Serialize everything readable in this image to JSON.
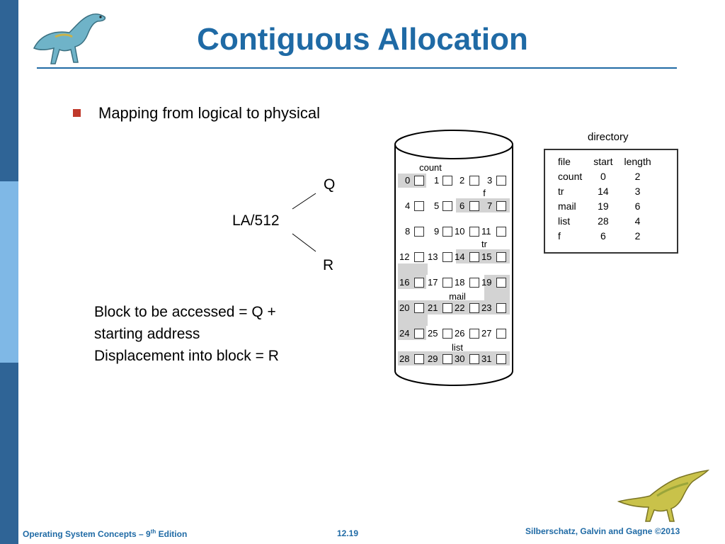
{
  "slide": {
    "title": "Contiguous Allocation",
    "bullet": "Mapping from logical to physical",
    "diagram": {
      "q_label": "Q",
      "la_label": "LA/512",
      "r_label": "R"
    },
    "notes": [
      "Block to be accessed = Q +",
      "starting address",
      "Displacement into block = R"
    ]
  },
  "disk": {
    "file_labels": {
      "count": "count",
      "f": "f",
      "tr": "tr",
      "mail": "mail",
      "list": "list"
    },
    "blocks": [
      "0",
      "1",
      "2",
      "3",
      "4",
      "5",
      "6",
      "7",
      "8",
      "9",
      "10",
      "11",
      "12",
      "13",
      "14",
      "15",
      "16",
      "17",
      "18",
      "19",
      "20",
      "21",
      "22",
      "23",
      "24",
      "25",
      "26",
      "27",
      "28",
      "29",
      "30",
      "31"
    ]
  },
  "directory": {
    "title": "directory",
    "headers": [
      "file",
      "start",
      "length"
    ],
    "rows": [
      {
        "file": "count",
        "start": "0",
        "length": "2"
      },
      {
        "file": "tr",
        "start": "14",
        "length": "3"
      },
      {
        "file": "mail",
        "start": "19",
        "length": "6"
      },
      {
        "file": "list",
        "start": "28",
        "length": "4"
      },
      {
        "file": "f",
        "start": "6",
        "length": "2"
      }
    ]
  },
  "footer": {
    "book_prefix": "Operating System Concepts – 9",
    "book_sup": "th",
    "book_suffix": " Edition",
    "page": "12.19",
    "copyright": "Silberschatz, Galvin and Gagne ©2013"
  }
}
